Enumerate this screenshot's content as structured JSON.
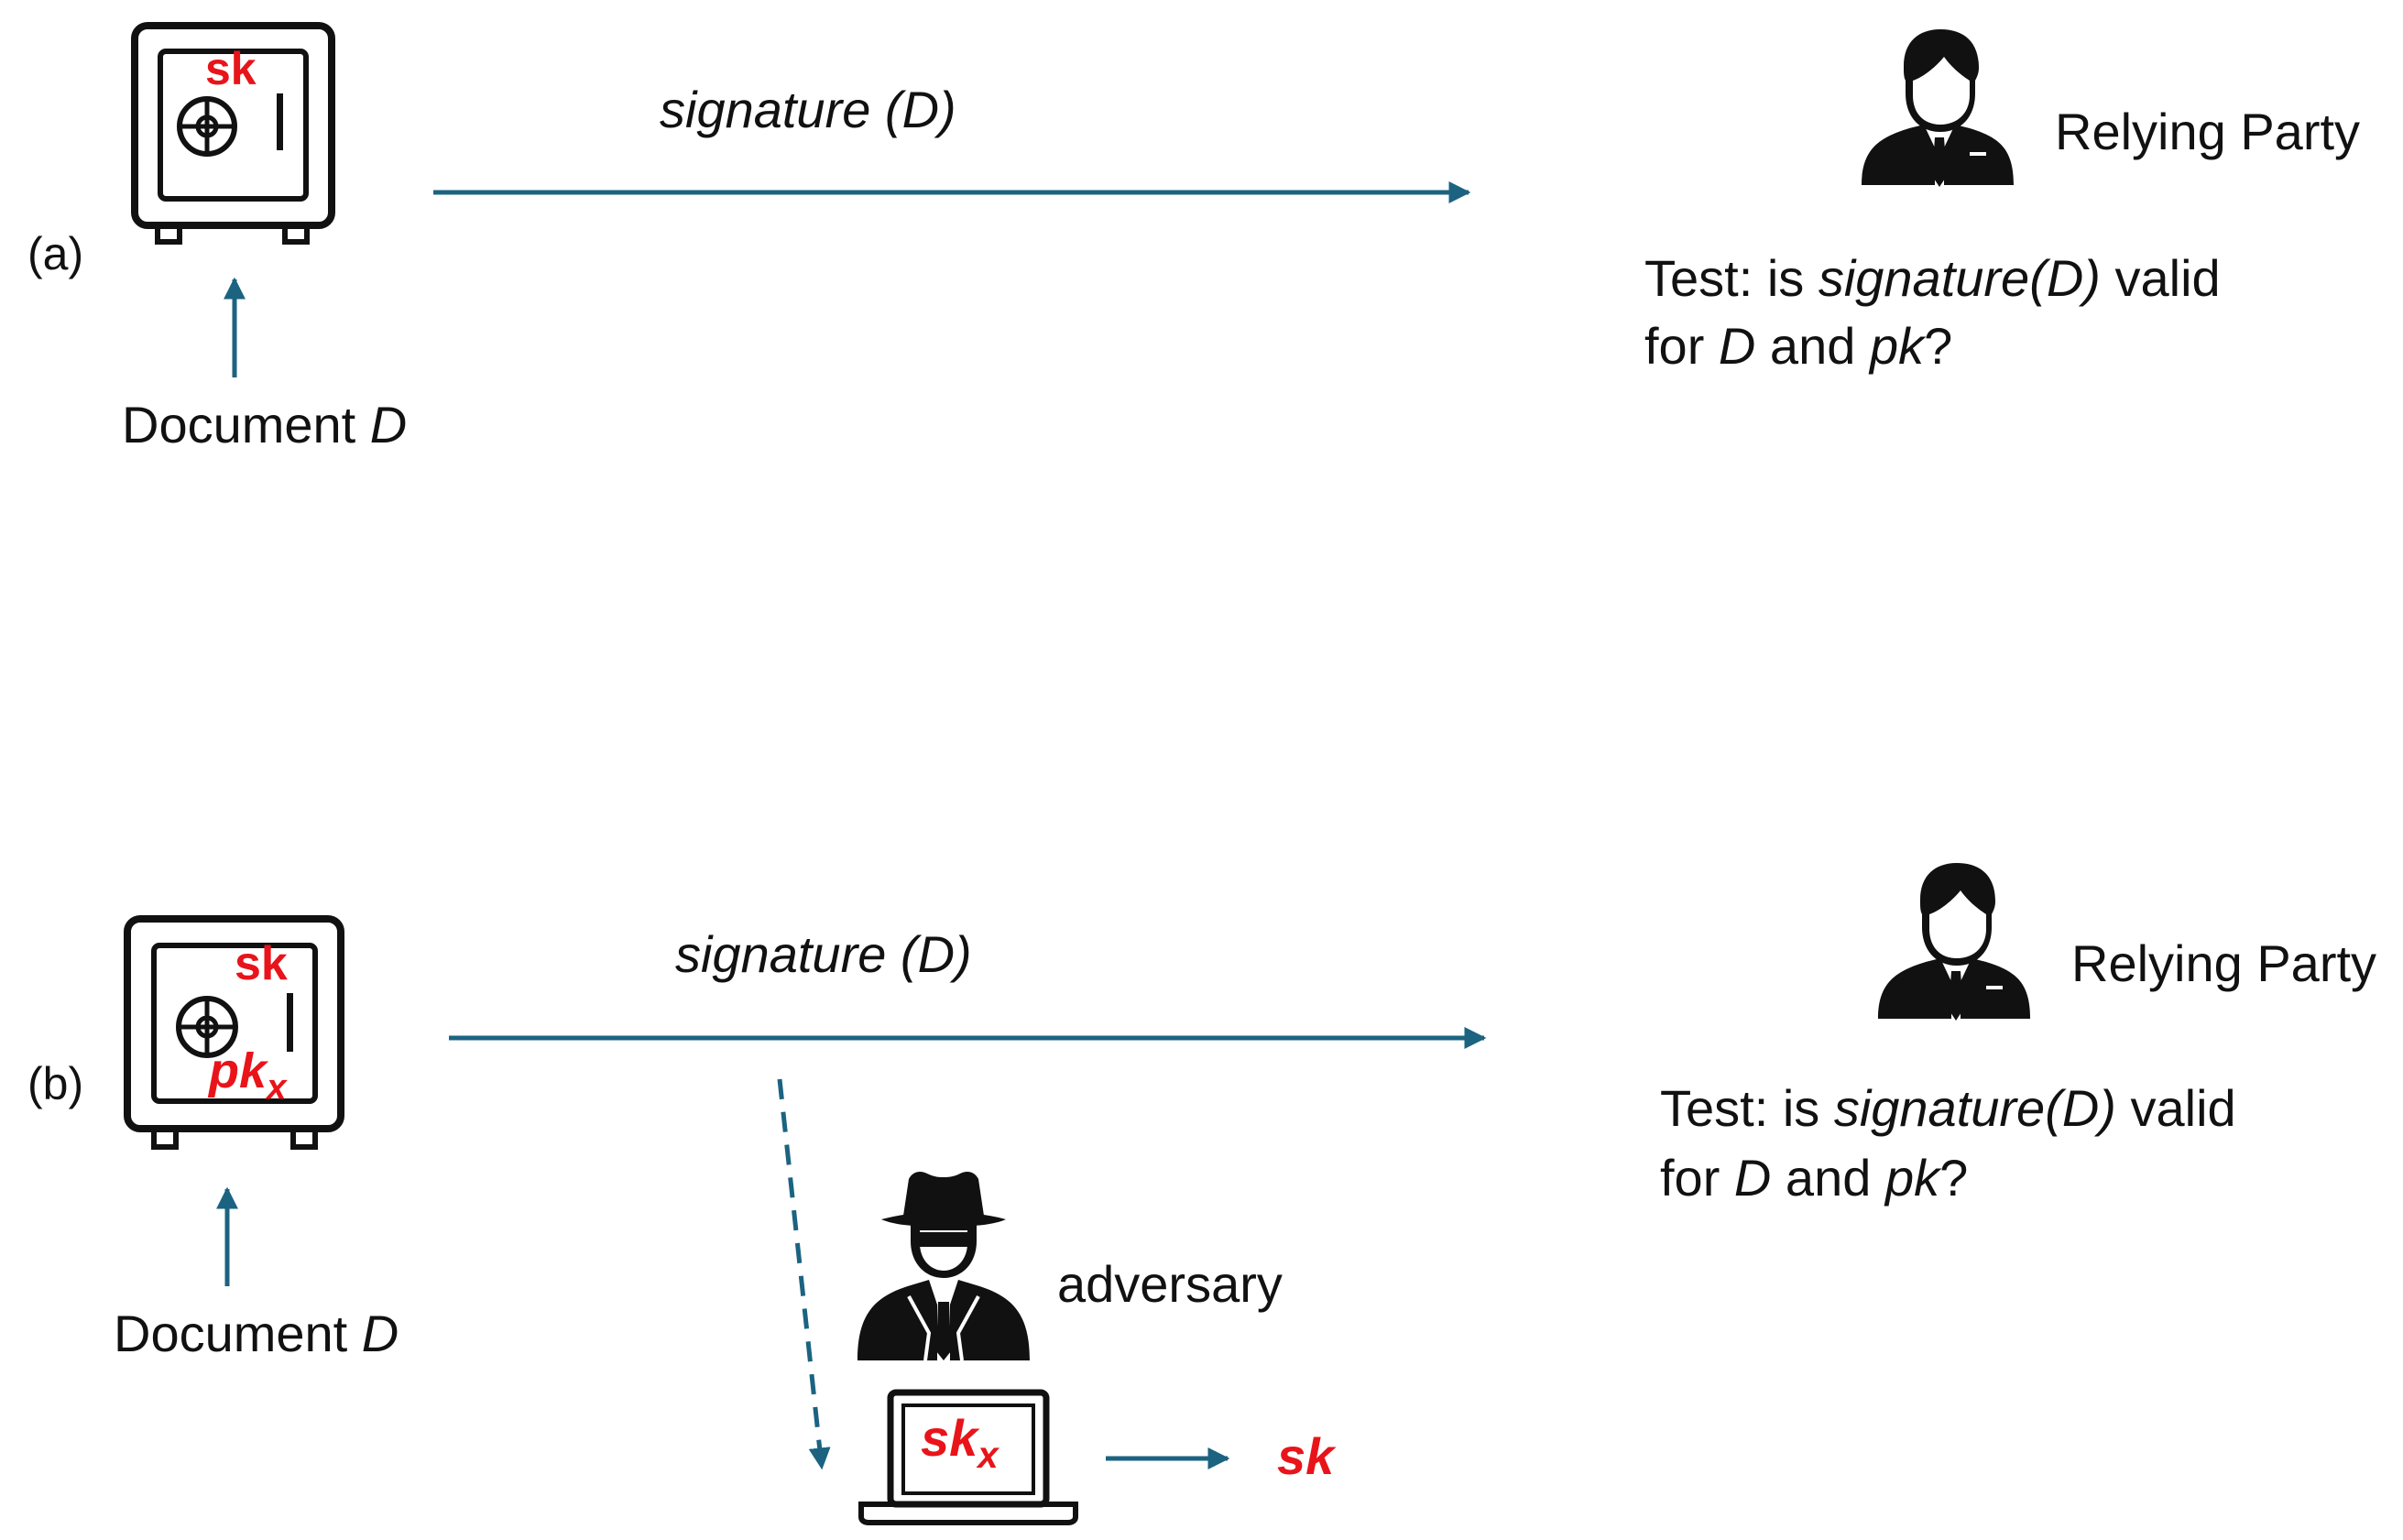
{
  "panel_a": {
    "panel_label": "(a)",
    "safe_key": "sk",
    "arrow_label": "signature (D)",
    "input_label": {
      "prefix": "Document ",
      "var": "D"
    },
    "party_label": "Relying Party",
    "test_line1": {
      "prefix": "Test: is ",
      "sig": "signature(D)",
      "suffix": " valid"
    },
    "test_line2": {
      "prefix": "for ",
      "d": "D",
      "mid": " and  ",
      "pk": "pk",
      "suffix": "?"
    }
  },
  "panel_b": {
    "panel_label": "(b)",
    "safe_key": "sk",
    "safe_pk": {
      "base": "pk",
      "sub": "x"
    },
    "arrow_label": "signature (D)",
    "input_label": {
      "prefix": "Document ",
      "var": "D"
    },
    "party_label": "Relying Party",
    "test_line1": {
      "prefix": "Test: is ",
      "sig": "signature(D)",
      "suffix": " valid"
    },
    "test_line2": {
      "prefix": "for ",
      "d": "D",
      "mid": " and  ",
      "pk": "pk",
      "suffix": "?"
    },
    "adversary_label": "adversary",
    "laptop_key": {
      "base": "sk",
      "sub": "x"
    },
    "recovered_key": "sk"
  },
  "colors": {
    "arrow": "#1b6381",
    "key": "#e8141a",
    "icon": "#111111"
  }
}
